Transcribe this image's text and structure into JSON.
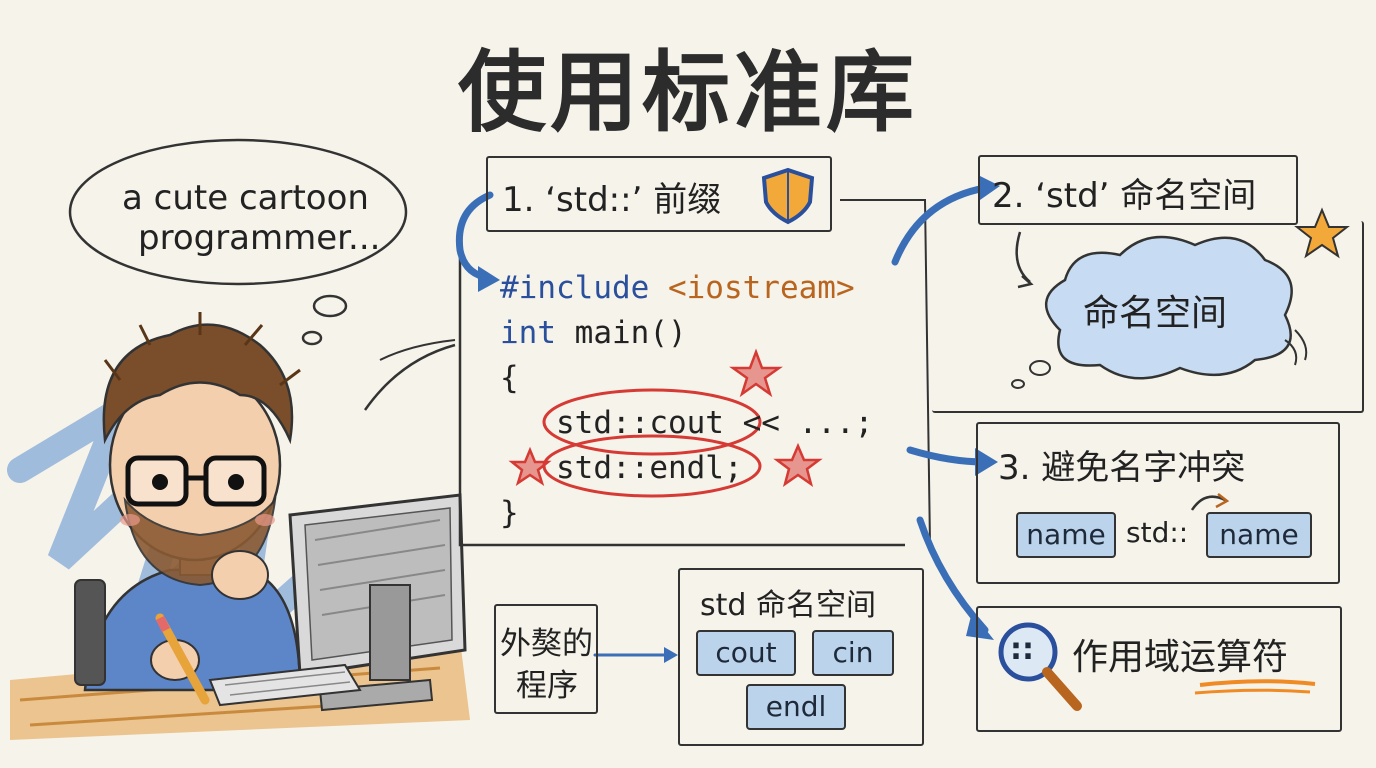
{
  "title": "使用标准库",
  "thought_bubble": {
    "line1": "a cute cartoon",
    "line2": "programmer..."
  },
  "prefix_box": {
    "label": "1. ‘std::’ 前缀",
    "icon": "shield-icon"
  },
  "code": {
    "include_keyword": "#include",
    "include_header": "<iostream>",
    "int_keyword": "int",
    "main_sig": " main()",
    "open_brace": "{",
    "cout_line": "std::cout",
    "cout_rest": " << ...;",
    "endl_line": "std::endl;",
    "close_brace": "}"
  },
  "namespace_box": {
    "label": "2. ‘std’ 命名空间",
    "cloud_label": "命名空间",
    "icon": "star-icon"
  },
  "conflict_box": {
    "label": "3. 避免名字冲突",
    "name_left": "name",
    "scope_prefix": "std::",
    "name_right": "name"
  },
  "external_box": {
    "line1": "外獒的",
    "line2": "程序"
  },
  "std_ns_box": {
    "title": "std 命名空间",
    "items": [
      "cout",
      "cin",
      "endl"
    ]
  },
  "scope_box": {
    "symbol": "::",
    "label": "作用域运算符",
    "icon": "magnifier-icon"
  },
  "colors": {
    "background": "#f6f3ea",
    "keyword_blue": "#2a4f9c",
    "include_orange": "#b8651f",
    "highlight_red": "#d53a34",
    "arrow_blue": "#3a6fb8",
    "star_orange": "#f3a93a",
    "pill_blue": "#bcd3ec"
  }
}
